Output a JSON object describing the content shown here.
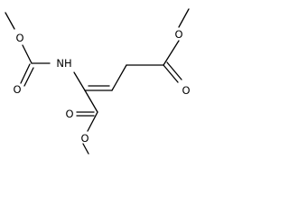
{
  "atoms": {
    "o_top_left": "O",
    "n_amine": "NH",
    "o_carbamate_left": "O",
    "o_top_right": "O",
    "o_right": "O",
    "o_bottom_left": "O",
    "o_bottom": "O"
  }
}
